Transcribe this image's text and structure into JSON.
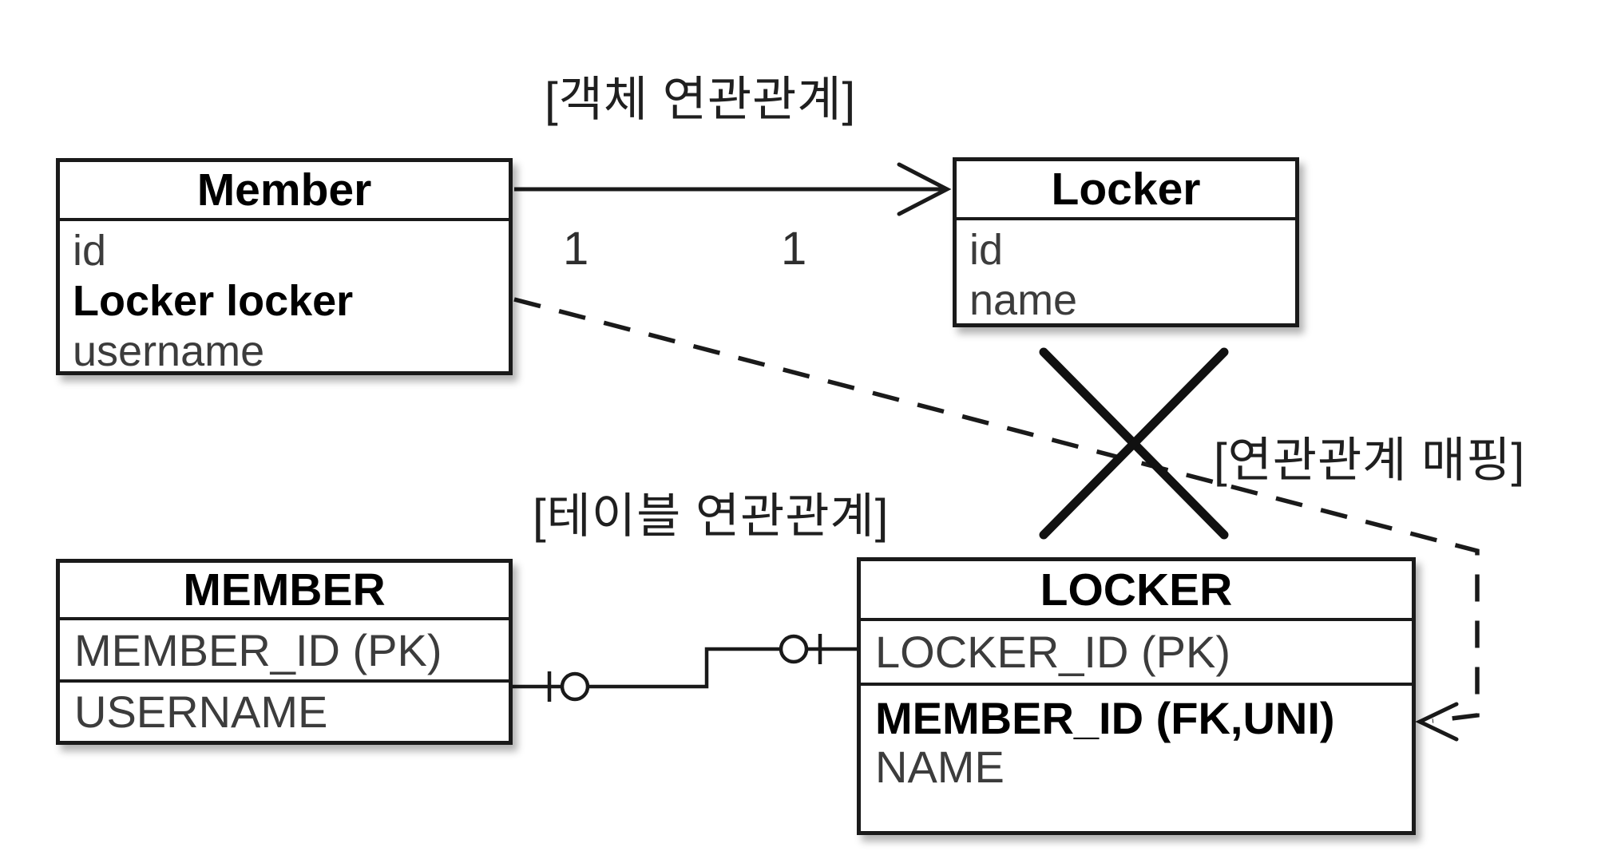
{
  "captions": {
    "object_association": "[객체 연관관계]",
    "table_association": "[테이블 연관관계]",
    "association_mapping": "[연관관계 매핑]"
  },
  "object_diagram": {
    "member_class": {
      "title": "Member",
      "fields": [
        "id",
        "Locker locker",
        "username"
      ]
    },
    "locker_class": {
      "title": "Locker",
      "fields": [
        "id",
        "name"
      ]
    },
    "association": {
      "source_multiplicity": "1",
      "target_multiplicity": "1"
    }
  },
  "table_diagram": {
    "member_table": {
      "title": "MEMBER",
      "columns": [
        "MEMBER_ID (PK)",
        "USERNAME"
      ]
    },
    "locker_table": {
      "title": "LOCKER",
      "columns": [
        "LOCKER_ID (PK)",
        "MEMBER_ID (FK,UNI)",
        "NAME"
      ]
    }
  },
  "colors": {
    "background": "#ffffff",
    "line": "#1a1a1a",
    "regular_text": "#3c3c3c",
    "bold_text": "#000000"
  }
}
